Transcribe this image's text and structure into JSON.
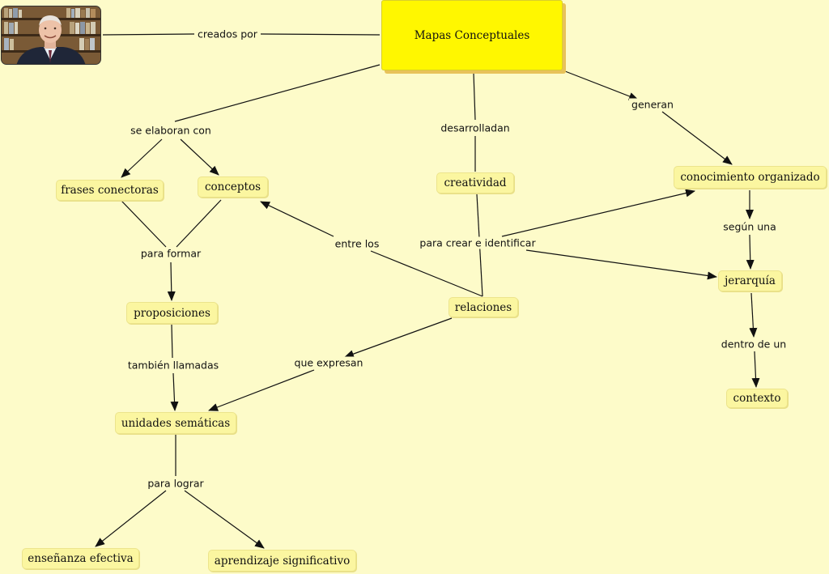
{
  "main_concept": "Mapas Conceptuales",
  "concepts": {
    "frases_conectoras": "frases conectoras",
    "conceptos": "conceptos",
    "creatividad": "creatividad",
    "conocimiento_organizado": "conocimiento organizado",
    "proposiciones": "proposiciones",
    "relaciones": "relaciones",
    "jerarquia": "jerarquía",
    "unidades_semanticas": "unidades semáticas",
    "contexto": "contexto",
    "ensenanza_efectiva": "enseñanza efectiva",
    "aprendizaje_significativo": "aprendizaje significativo"
  },
  "linking_phrases": {
    "creados_por": "creados por",
    "se_elaboran_con": "se elaboran con",
    "desarrolladan": "desarrolladan",
    "generan": "generan",
    "para_formar": "para formar",
    "entre_los": "entre los",
    "para_crear_e_identificar": "para crear e identificar",
    "segun_una": "según una",
    "tambien_llamadas": "también llamadas",
    "que_expresan": "que expresan",
    "dentro_de_un": "dentro de un",
    "para_lograr": "para lograr"
  },
  "colors": {
    "background": "#fdfbc9",
    "main_fill": "#fff700",
    "node_fill": "#fbf6a0",
    "line": "#111111"
  },
  "author_photo": "portrait-photo"
}
